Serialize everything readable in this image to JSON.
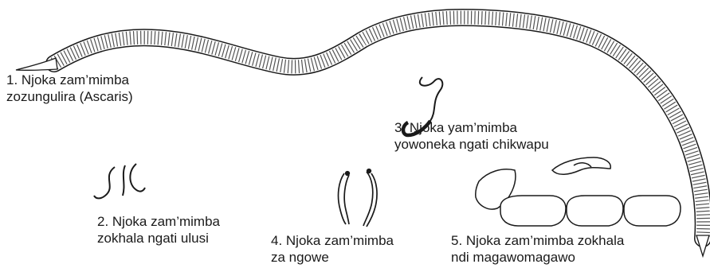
{
  "figure": {
    "labels": [
      {
        "line1": "1. Njoka zam’mimba",
        "line2": "zozungulira (Ascaris)"
      },
      {
        "line1": "2. Njoka zam’mimba",
        "line2": "zokhala ngati ulusi"
      },
      {
        "line1": "3. Njoka yam’mimba",
        "line2": "yowoneka ngati chikwapu"
      },
      {
        "line1": "4. Njoka zam’mimba",
        "line2": "za ngowe"
      },
      {
        "line1": "5. Njoka zam’mimba zokhala",
        "line2": "ndi magawomagawo"
      }
    ],
    "colors": {
      "ink": "#1a1a1a",
      "fill": "#ffffff"
    },
    "icons": [
      "roundworm-icon",
      "threadworm-icon",
      "whipworm-icon",
      "hookworm-icon",
      "tapeworm-segments-icon"
    ]
  }
}
